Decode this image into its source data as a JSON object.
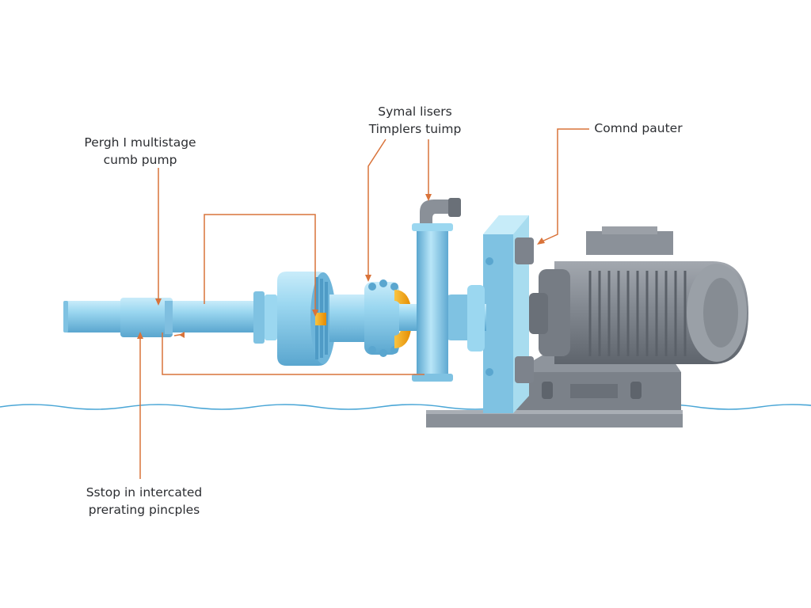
{
  "labels": {
    "multistage": {
      "line1": "Pergh I multistage",
      "line2": "cumb pump"
    },
    "impellers": {
      "line1": "Symal lisers",
      "line2": "Timplers tuimp"
    },
    "command": {
      "line1": "Comnd pauter"
    },
    "principles": {
      "line1": "Sstop in intercated",
      "line2": "prerating pincples"
    }
  },
  "colors": {
    "pipe": "#8fd0ec",
    "pipe_dark": "#5aa6cf",
    "leader": "#d9733a",
    "accent": "#f4a300",
    "motor": "#7d838c",
    "motor_dark": "#5e646c",
    "water": "#4aa6d6"
  }
}
